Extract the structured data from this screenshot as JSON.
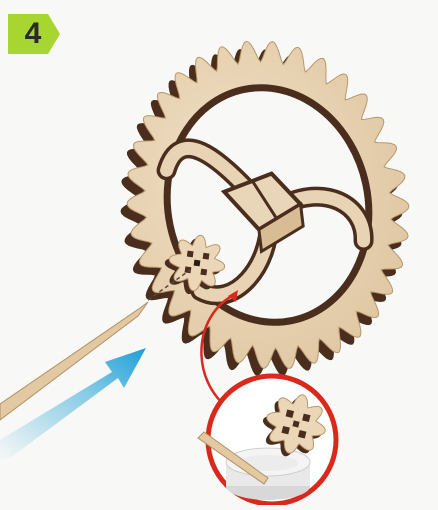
{
  "step": {
    "number": "4"
  },
  "colors": {
    "badge_green": "#a6d62f",
    "wood_light": "#e8d3b4",
    "wood_edge": "#4a2d1c",
    "arrow_red": "#d9291c",
    "arrow_blue": "#2aa5d8"
  },
  "icons": {
    "badge": "step-badge-pentagon",
    "main": "large-gear-with-hub",
    "tool": "toothpick",
    "detail": "small-gear-in-glue-dish",
    "pointer": "curved-red-arrow",
    "direction": "blue-arrow"
  }
}
